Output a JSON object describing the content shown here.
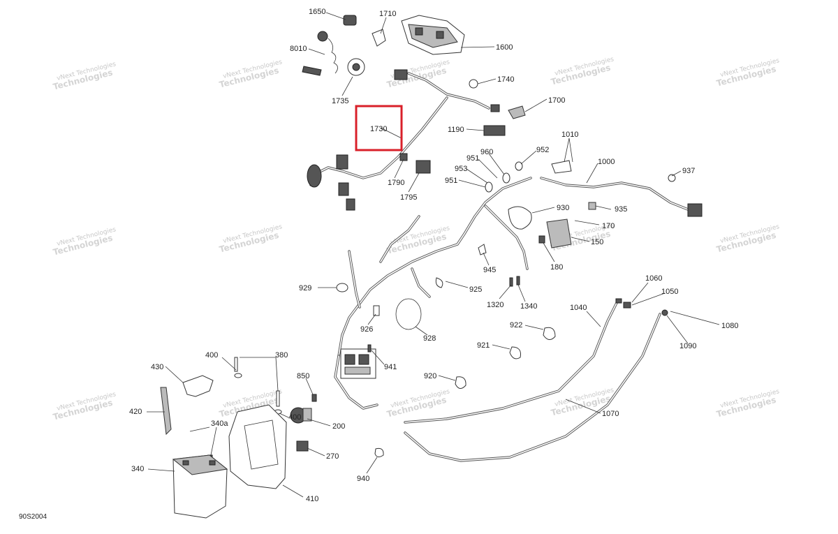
{
  "diagram_code": "90S2004",
  "highlight_label": "1730",
  "watermark": {
    "line1": "vNext Technologies",
    "line2": "Technologies"
  },
  "labels": {
    "l1650": "1650",
    "l1710": "1710",
    "l1600": "1600",
    "l8010": "8010",
    "l1735": "1735",
    "l1740": "1740",
    "l1700": "1700",
    "l1190": "1190",
    "l1790": "1790",
    "l1795": "1795",
    "l1010": "1010",
    "l1000": "1000",
    "l937": "937",
    "l952": "952",
    "l960": "960",
    "l951a": "951",
    "l953": "953",
    "l951b": "951",
    "l930": "930",
    "l935": "935",
    "l170": "170",
    "l150": "150",
    "l180": "180",
    "l945": "945",
    "l929": "929",
    "l925": "925",
    "l926": "926",
    "l928": "928",
    "l1320": "1320",
    "l1340": "1340",
    "l1060": "1060",
    "l1050": "1050",
    "l1040": "1040",
    "l1080": "1080",
    "l1090": "1090",
    "l922": "922",
    "l921": "921",
    "l941": "941",
    "l920": "920",
    "l1070": "1070",
    "l940": "940",
    "l400a": "400",
    "l380": "380",
    "l430": "430",
    "l850": "850",
    "l400b": "400",
    "l200": "200",
    "l420": "420",
    "l340a": "340a",
    "l270": "270",
    "l340": "340",
    "l410": "410"
  }
}
